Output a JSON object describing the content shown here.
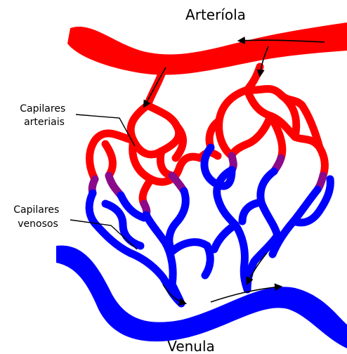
{
  "labels": {
    "arteriole": "Arteríola",
    "venule": "Venula",
    "arterial_capillaries": [
      "Capilares",
      "arteriais"
    ],
    "venous_capillaries": [
      "Capilares",
      "venosos"
    ]
  },
  "colors": {
    "arterial": "#ff0000",
    "venous": "#0000ff",
    "transition": "#8a0a8a",
    "flow_arrow": "#000000",
    "leader_line": "#000000"
  }
}
